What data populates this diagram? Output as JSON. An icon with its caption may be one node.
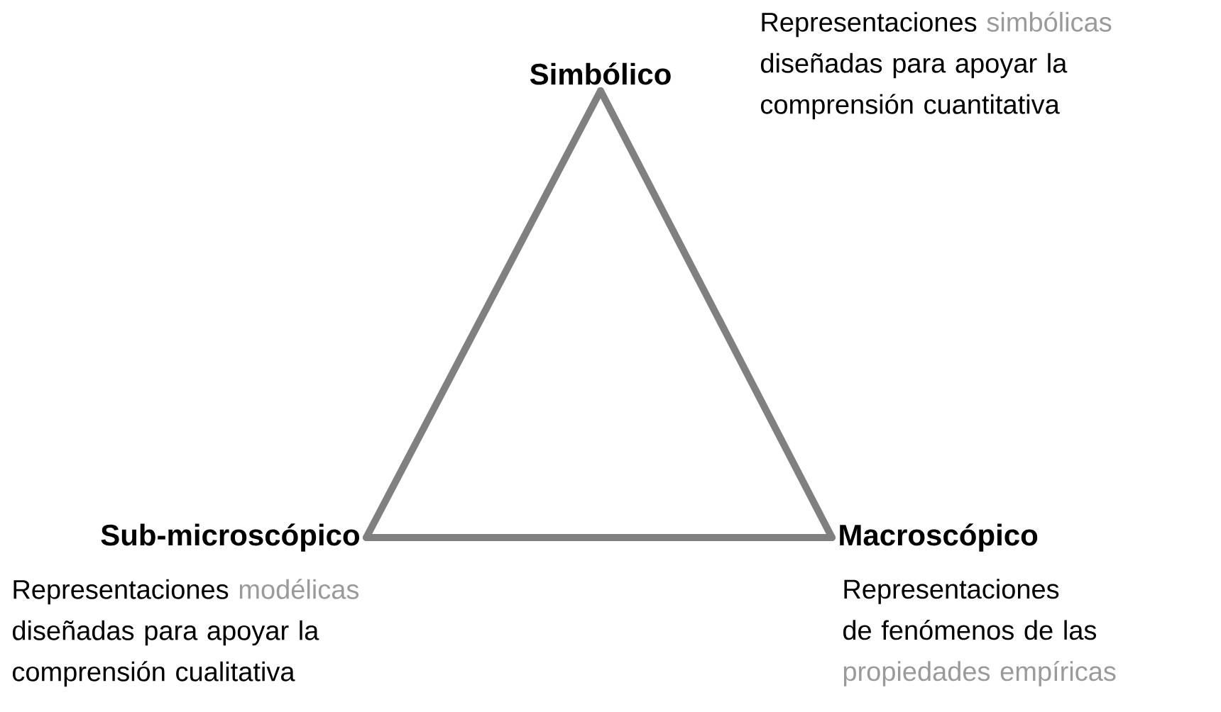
{
  "diagram": {
    "nodes": [
      {
        "text": [
          "Simbólico"
        ],
        "beside": [
          "Representaciones",
          "simbólicas",
          "diseñadas para apoyar la comprensión cuantitativa"
        ]
      },
      {
        "text": [
          "Sub-microscópico"
        ],
        "beside": [
          "Representaciones",
          "modélicas",
          "diseñadas para apoyar la comprensión cualitativa"
        ]
      },
      {
        "text": [
          "Macroscópico"
        ],
        "beside": [
          "Representaciones de fenómenos de las",
          "propiedades empíricas"
        ]
      }
    ],
    "edges": [
      {
        "from": 0,
        "to": 1,
        "arrow": "none"
      },
      {
        "from": 1,
        "to": 2,
        "arrow": "none"
      },
      {
        "from": 2,
        "to": 0,
        "arrow": "none"
      }
    ]
  }
}
